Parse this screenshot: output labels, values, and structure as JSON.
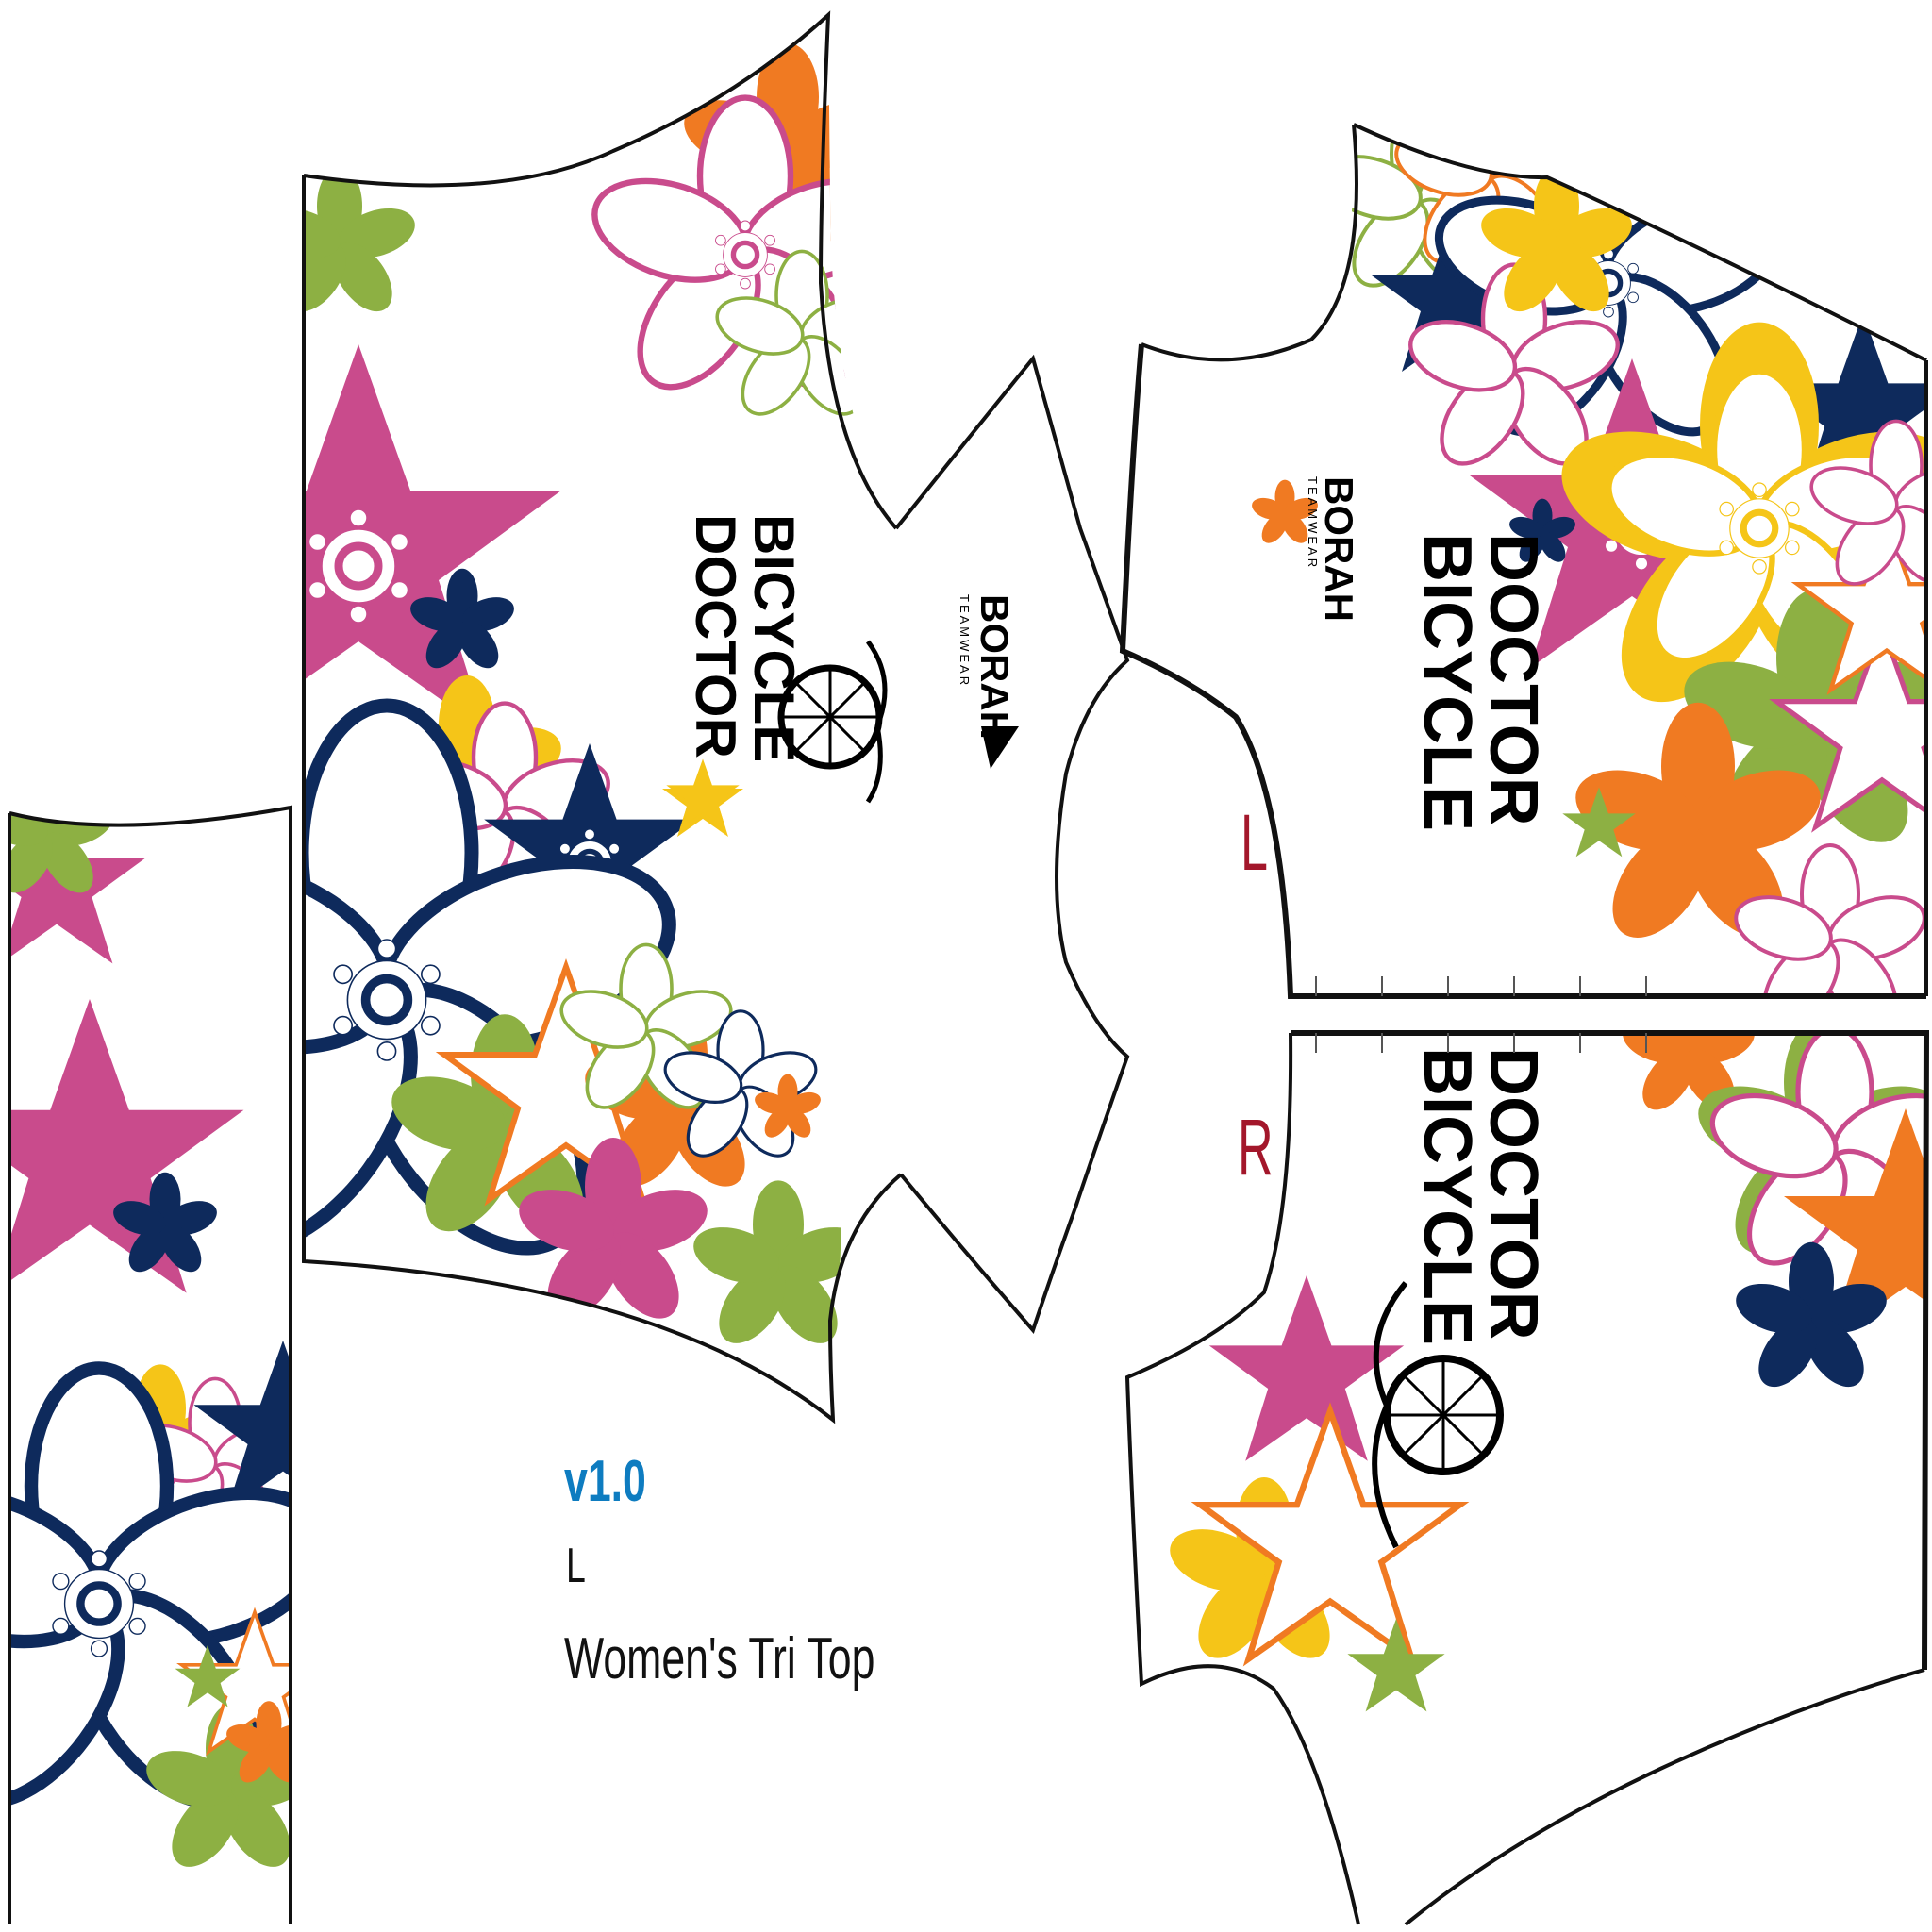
{
  "version_label": "v1.0",
  "size_label": "L",
  "product_label": "Women's Tri Top",
  "panel_marks": {
    "left": "L",
    "right": "R"
  },
  "sponsor": {
    "line1": "BICYCLE",
    "line2": "DOCTOR"
  },
  "maker": {
    "name": "BORAH",
    "tagline": "TEAMWEAR"
  },
  "colors": {
    "pink": "#c94b8c",
    "navy": "#0e2a5c",
    "orange": "#f07a22",
    "green": "#8db043",
    "yellow": "#f5c518",
    "version_blue": "#0e7cc0",
    "mark_red": "#a3172b",
    "outline": "#111111"
  },
  "icons": [
    "flower-icon",
    "bicycle-rider-icon"
  ]
}
